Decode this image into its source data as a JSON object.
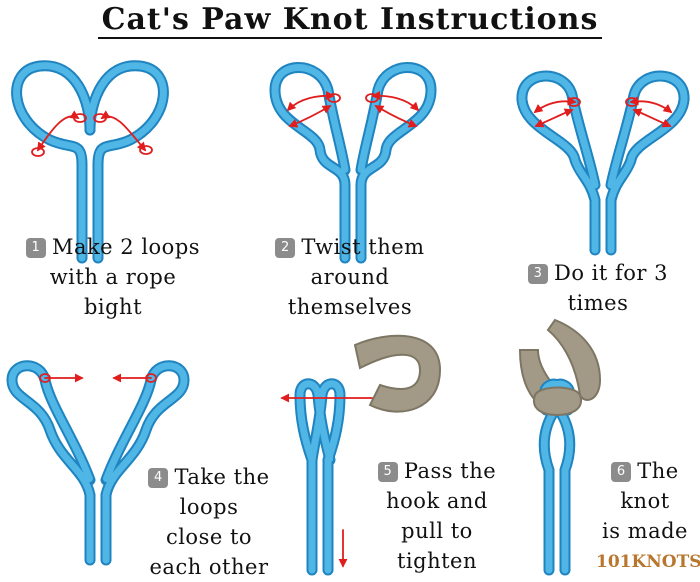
{
  "title": "Cat's Paw Knot Instructions",
  "steps": [
    {
      "num": "1",
      "lines": [
        "Make 2 loops",
        "with a rope",
        "bight"
      ]
    },
    {
      "num": "2",
      "lines": [
        "Twist them",
        "around",
        "themselves"
      ]
    },
    {
      "num": "3",
      "lines": [
        "Do it for 3",
        "times"
      ]
    },
    {
      "num": "4",
      "lines": [
        "Take the",
        "loops",
        "close to",
        "each other"
      ]
    },
    {
      "num": "5",
      "lines": [
        "Pass the",
        "hook and",
        "pull to",
        "tighten"
      ]
    },
    {
      "num": "6",
      "lines": [
        "The",
        "knot",
        "is made"
      ]
    }
  ],
  "logo": "101KNOTS",
  "colors": {
    "rope": "#4fb6e6",
    "rope_dark": "#1f84c0",
    "arrow": "#e11d1d",
    "hook": "#a29a86"
  }
}
